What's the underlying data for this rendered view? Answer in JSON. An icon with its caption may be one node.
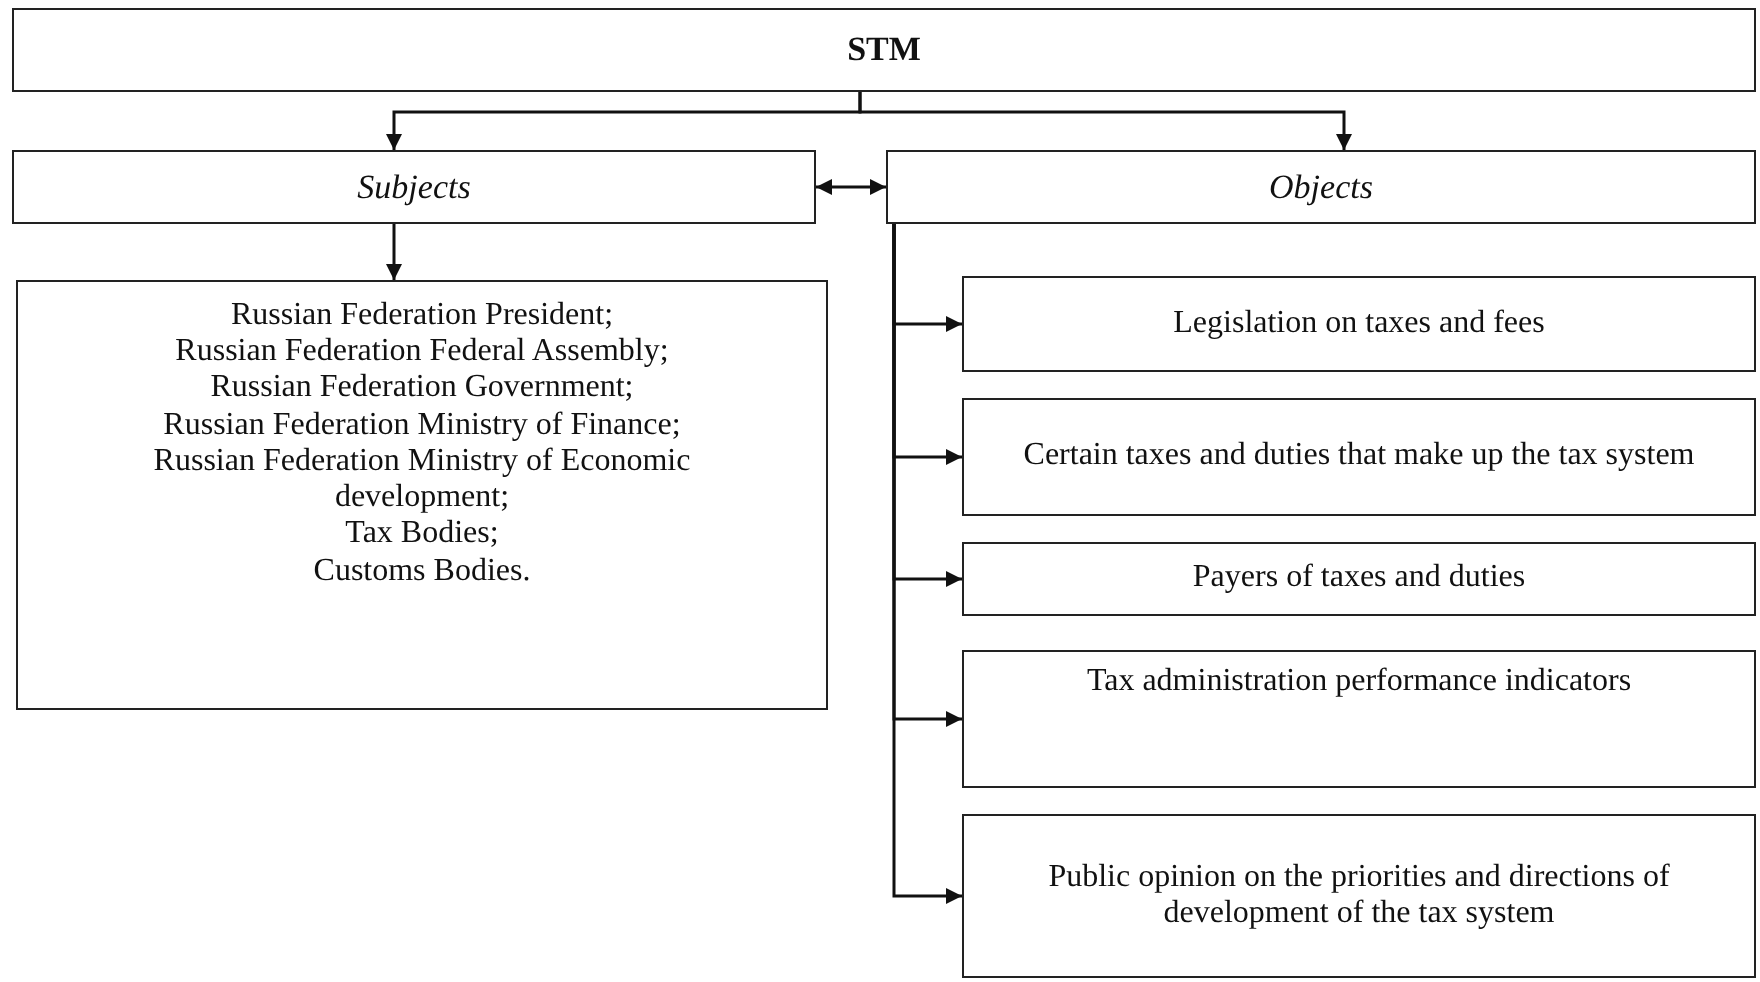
{
  "diagram": {
    "nodes": [
      {
        "text": [
          "STM"
        ]
      },
      {
        "text": [
          "Subjects"
        ]
      },
      {
        "text": [
          "Objects"
        ]
      },
      {
        "text": [
          "Russian Federation President;",
          "Russian Federation Federal Assembly;",
          "Russian Federation Government;",
          "Russian Federation Ministry of Finance;",
          "Russian Federation Ministry of Economic development;",
          "Tax Bodies;",
          "Customs Bodies."
        ]
      },
      {
        "text": [
          "Legislation on taxes and fees"
        ]
      },
      {
        "text": [
          "Certain taxes and duties that make up the tax system"
        ]
      },
      {
        "text": [
          "Payers of taxes and duties"
        ]
      },
      {
        "text": [
          "Tax administration performance indicators"
        ]
      },
      {
        "text": [
          "Public opinion on the priorities and directions of development of the tax system"
        ]
      }
    ],
    "edges": [
      {
        "from": 0,
        "to": 1,
        "arrow": "to"
      },
      {
        "from": 0,
        "to": 2,
        "arrow": "to"
      },
      {
        "from": 1,
        "to": 2,
        "arrow": "both"
      },
      {
        "from": 1,
        "to": 3,
        "arrow": "to"
      },
      {
        "from": 2,
        "to": 4,
        "arrow": "to"
      },
      {
        "from": 2,
        "to": 5,
        "arrow": "to"
      },
      {
        "from": 2,
        "to": 6,
        "arrow": "to"
      },
      {
        "from": 2,
        "to": 7,
        "arrow": "to"
      },
      {
        "from": 2,
        "to": 8,
        "arrow": "to"
      }
    ]
  }
}
